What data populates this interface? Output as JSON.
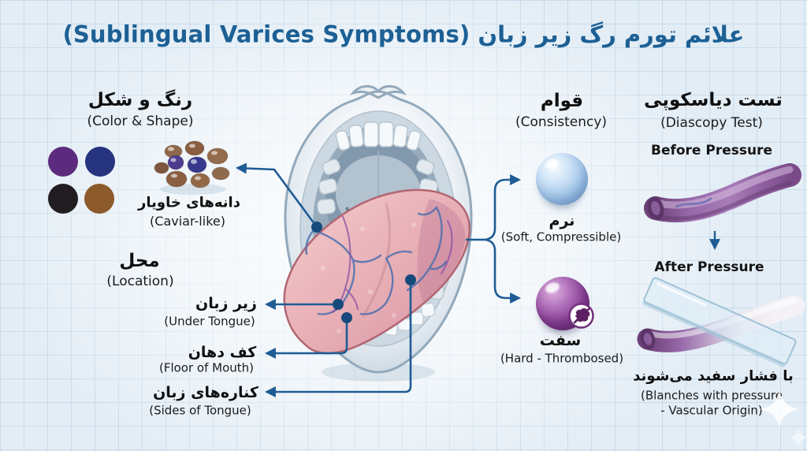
{
  "title": {
    "fa": "علائم تورم رگ زیر زبان",
    "en": "(Sublingual Varices Symptoms)"
  },
  "color_shape": {
    "heading_fa": "رنگ و شکل",
    "heading_en": "(Color & Shape)",
    "swatches": [
      {
        "name": "purple",
        "hex": "#5c2b7d"
      },
      {
        "name": "navy-blue",
        "hex": "#26337e"
      },
      {
        "name": "black",
        "hex": "#211d20"
      },
      {
        "name": "brown",
        "hex": "#8c5a2b"
      }
    ],
    "caviar_fa": "دانه‌های خاویار",
    "caviar_en": "(Caviar-like)"
  },
  "location": {
    "heading_fa": "محل",
    "heading_en": "(Location)",
    "items": [
      {
        "fa": "زیر زبان",
        "en": "(Under Tongue)"
      },
      {
        "fa": "کف دهان",
        "en": "(Floor of Mouth)"
      },
      {
        "fa": "کناره‌های زبان",
        "en": "(Sides of Tongue)"
      }
    ]
  },
  "consistency": {
    "heading_fa": "قوام",
    "heading_en": "(Consistency)",
    "soft": {
      "fa": "نرم",
      "en": "(Soft, Compressible)",
      "color": "#a9c9e9"
    },
    "hard": {
      "fa": "سفت",
      "en": "(Hard - Thrombosed)",
      "color": "#843a91"
    }
  },
  "diascopy": {
    "heading_fa": "تست دیاسکوپی",
    "heading_en": "(Diascopy Test)",
    "before_label": "Before Pressure",
    "after_label": "After Pressure",
    "result_fa": "با فشار سفید می‌شوند",
    "result_en_line1": "(Blanches with pressure",
    "result_en_line2": "- Vascular Origin)"
  },
  "colors": {
    "background": "#e3edf5",
    "title_blue": "#1c6095",
    "arrow_blue": "#1e5c95",
    "vein_purple": "#9668a8",
    "tongue_pink": "#e8b7bd"
  }
}
